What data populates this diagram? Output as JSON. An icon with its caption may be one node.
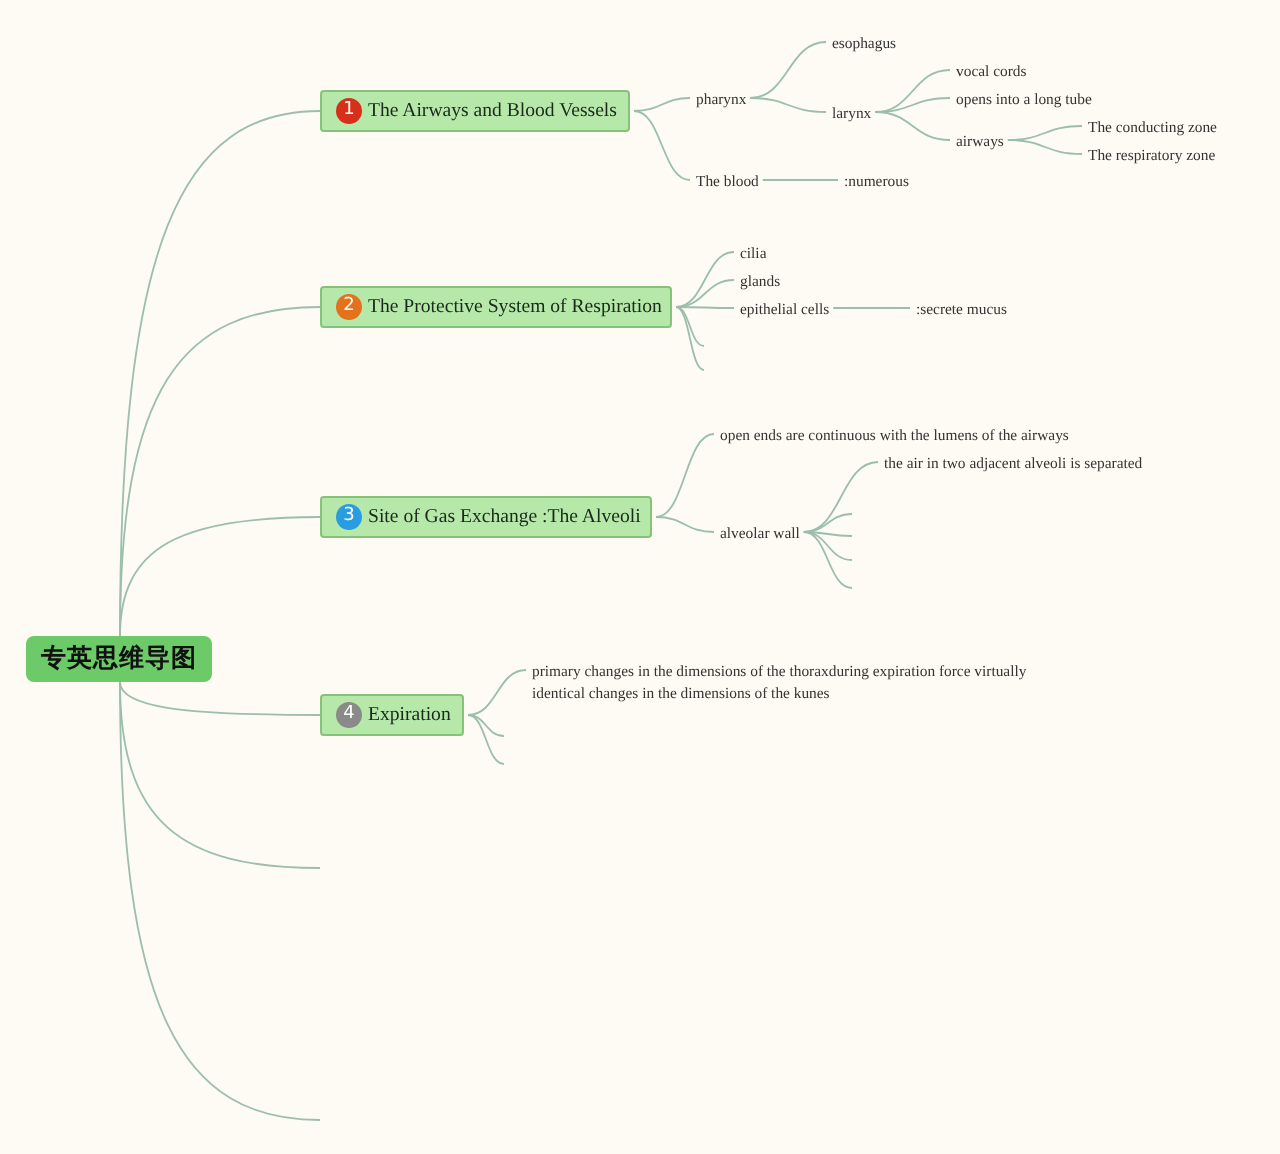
{
  "diagram": {
    "nodes": [
      {
        "text": [
          "专英思维导图"
        ]
      },
      {
        "text": [
          "1",
          "The Airways and Blood Vessels"
        ]
      },
      {
        "text": [
          "pharynx"
        ]
      },
      {
        "text": [
          "esophagus"
        ]
      },
      {
        "text": [
          "larynx"
        ]
      },
      {
        "text": [
          "vocal cords"
        ]
      },
      {
        "text": [
          "opens into a long tube"
        ]
      },
      {
        "text": [
          "airways"
        ]
      },
      {
        "text": [
          "The conducting zone"
        ]
      },
      {
        "text": [
          "The respiratory zone"
        ]
      },
      {
        "text": [
          "The blood"
        ]
      },
      {
        "text": [
          ":numerous"
        ]
      },
      {
        "text": [
          "2",
          "The Protective System of Respiration"
        ]
      },
      {
        "text": [
          "cilia"
        ]
      },
      {
        "text": [
          "glands"
        ]
      },
      {
        "text": [
          "epithelial cells"
        ]
      },
      {
        "text": [
          ":secrete mucus"
        ]
      },
      {
        "text": [
          "3",
          "Site of Gas Exchange :The Alveoli"
        ]
      },
      {
        "text": [
          "open ends are continuous with the lumens of the airways"
        ]
      },
      {
        "text": [
          "alveolar wall"
        ]
      },
      {
        "text": [
          "the air in two adjacent alveoli is separated"
        ]
      },
      {
        "text": [
          "4",
          "Expiration"
        ]
      },
      {
        "text": [
          "primary changes in the dimensions of the thoraxduring expiration force virtually identical changes in the dimensions of the kunes"
        ]
      }
    ],
    "edges": [
      {
        "from": 0,
        "to": 1,
        "arrow": "none"
      },
      {
        "from": 0,
        "to": 12,
        "arrow": "none"
      },
      {
        "from": 0,
        "to": 17,
        "arrow": "none"
      },
      {
        "from": 0,
        "to": 21,
        "arrow": "none"
      },
      {
        "from": 0,
        "to": null,
        "arrow": "none"
      },
      {
        "from": 0,
        "to": null,
        "arrow": "none"
      },
      {
        "from": 1,
        "to": 2,
        "arrow": "none"
      },
      {
        "from": 2,
        "to": 3,
        "arrow": "none"
      },
      {
        "from": 2,
        "to": 4,
        "arrow": "none"
      },
      {
        "from": 4,
        "to": 5,
        "arrow": "none"
      },
      {
        "from": 4,
        "to": 6,
        "arrow": "none"
      },
      {
        "from": 4,
        "to": 7,
        "arrow": "none"
      },
      {
        "from": 7,
        "to": 8,
        "arrow": "none"
      },
      {
        "from": 7,
        "to": 9,
        "arrow": "none"
      },
      {
        "from": 1,
        "to": 10,
        "arrow": "none"
      },
      {
        "from": 10,
        "to": 11,
        "arrow": "none"
      },
      {
        "from": 12,
        "to": 13,
        "arrow": "none"
      },
      {
        "from": 12,
        "to": 14,
        "arrow": "none"
      },
      {
        "from": 12,
        "to": 15,
        "arrow": "none"
      },
      {
        "from": 12,
        "to": null,
        "arrow": "none"
      },
      {
        "from": 12,
        "to": null,
        "arrow": "none"
      },
      {
        "from": 15,
        "to": 16,
        "arrow": "none"
      },
      {
        "from": 17,
        "to": 18,
        "arrow": "none"
      },
      {
        "from": 17,
        "to": 19,
        "arrow": "none"
      },
      {
        "from": 19,
        "to": 20,
        "arrow": "none"
      },
      {
        "from": 19,
        "to": null,
        "arrow": "none"
      },
      {
        "from": 19,
        "to": null,
        "arrow": "none"
      },
      {
        "from": 19,
        "to": null,
        "arrow": "none"
      },
      {
        "from": 19,
        "to": null,
        "arrow": "none"
      },
      {
        "from": 21,
        "to": 22,
        "arrow": "none"
      },
      {
        "from": 21,
        "to": null,
        "arrow": "none"
      },
      {
        "from": 21,
        "to": null,
        "arrow": "none"
      }
    ]
  }
}
